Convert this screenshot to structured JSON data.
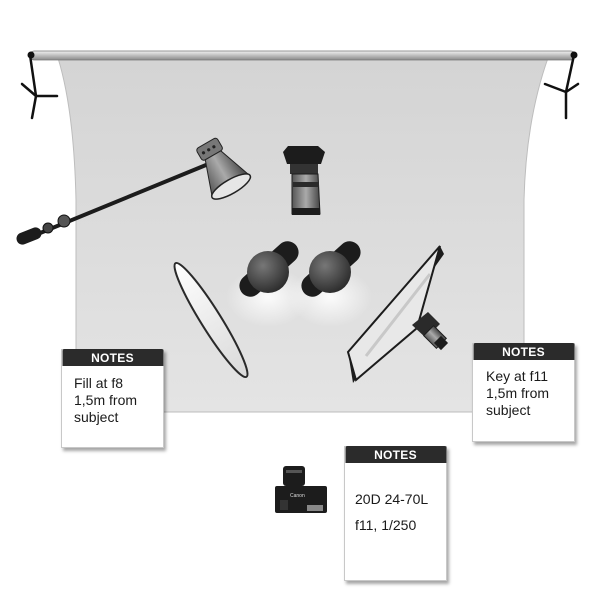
{
  "notes": {
    "fill": {
      "header": "NOTES",
      "lines": [
        "Fill at f8",
        "1,5m from",
        "subject"
      ]
    },
    "key": {
      "header": "NOTES",
      "lines": [
        "Key at f11",
        "1,5m from",
        "subject"
      ]
    },
    "camera": {
      "header": "NOTES",
      "lines": [
        "20D 24-70L",
        "f11, 1/250"
      ]
    }
  },
  "camera_body": {
    "label": "Canon"
  },
  "colors": {
    "backdrop": "#dcdcdc",
    "equipment": "#1c1c1c",
    "note_header": "#2b2b2b"
  }
}
